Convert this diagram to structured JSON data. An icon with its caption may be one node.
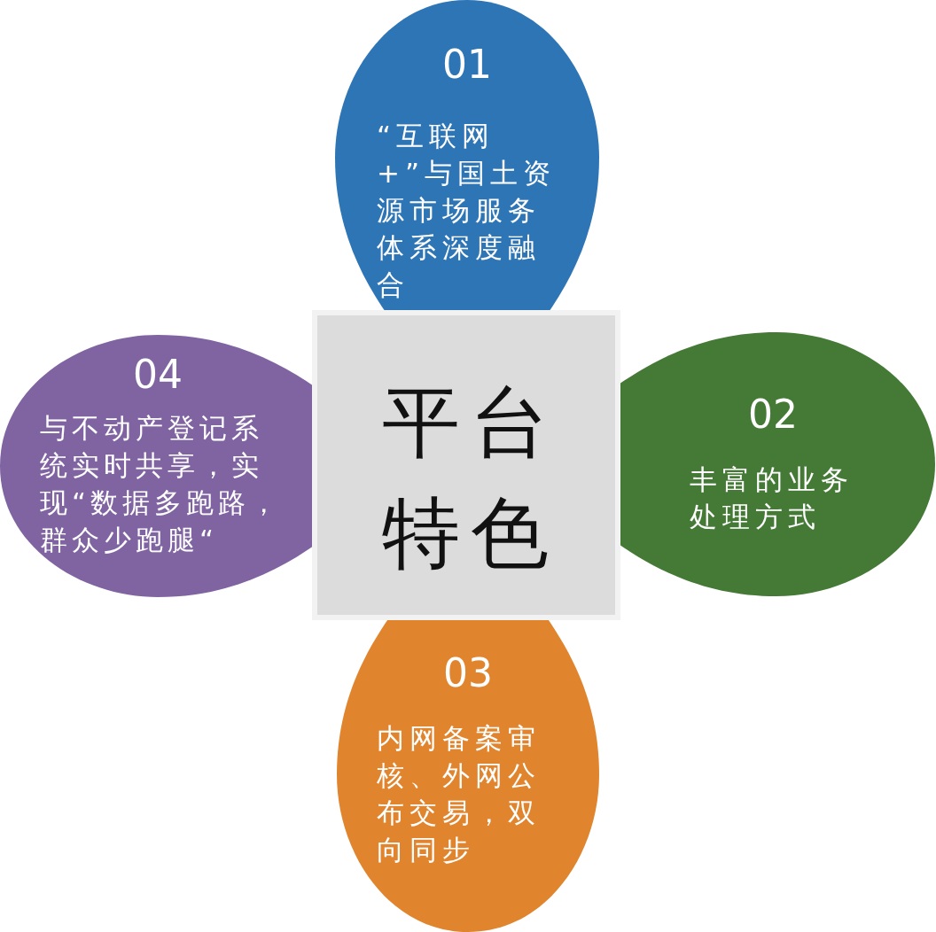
{
  "diagram": {
    "nodes": [
      {
        "text": [
          "01",
          "“互联网 +”与国土资源市场服务体系深度融合"
        ]
      },
      {
        "text": [
          "04",
          "与不动产登记系统实时共享，实现“数据多跑路，群众少跑腿“"
        ]
      },
      {
        "text": [
          "平台特色"
        ]
      },
      {
        "text": [
          "02",
          "丰富的业务处理方式"
        ]
      },
      {
        "text": [
          "03",
          "内网备案审核、外网公布交易，双向同步"
        ]
      }
    ]
  }
}
